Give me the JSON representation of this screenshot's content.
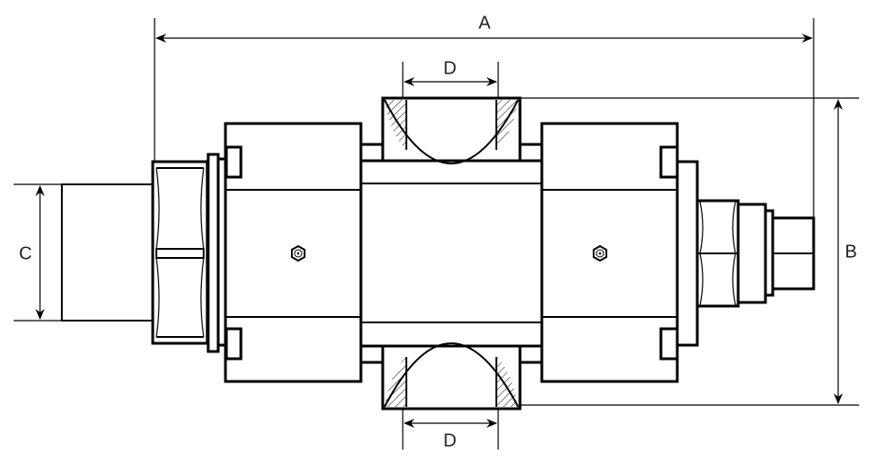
{
  "diagram": {
    "dimensions": {
      "a": "A",
      "b": "B",
      "c": "C",
      "d_top": "D",
      "d_bottom": "D"
    },
    "colors": {
      "line": "#000000",
      "background": "#ffffff"
    }
  }
}
